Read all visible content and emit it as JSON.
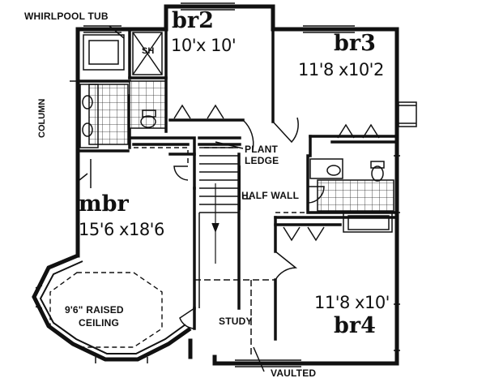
{
  "plan": {
    "rooms": {
      "br2": {
        "name": "br2",
        "dims": "10'x 10'"
      },
      "br3": {
        "name": "br3",
        "dims": "11'8 x10'2"
      },
      "mbr": {
        "name": "mbr",
        "dims": "15'6 x18'6"
      },
      "br4": {
        "name": "br4",
        "dims": "11'8 x10'"
      }
    },
    "notes": {
      "whirlpool": "WHIRLPOOL TUB",
      "shower": "SH",
      "column": "COLUMN",
      "plant_ledge_1": "PLANT",
      "plant_ledge_2": "LEDGE",
      "half_wall": "HALF WALL",
      "raised_ceiling_1": "9'6\" RAISED",
      "raised_ceiling_2": "CEILING",
      "study": "STUDY",
      "vaulted": "VAULTED"
    },
    "colors": {
      "line": "#111111",
      "background": "#ffffff",
      "tile": "#222222"
    }
  }
}
